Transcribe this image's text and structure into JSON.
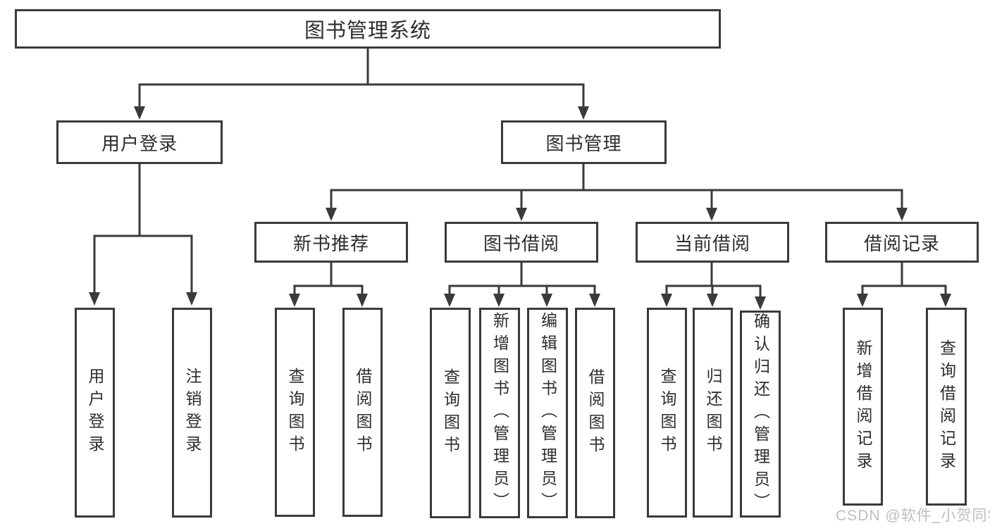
{
  "tree": {
    "label": "图书管理系统",
    "children": [
      {
        "label": "用户登录",
        "children": [
          {
            "label": "用户登录"
          },
          {
            "label": "注销登录"
          }
        ]
      },
      {
        "label": "图书管理",
        "children": [
          {
            "label": "新书推荐",
            "children": [
              {
                "label": "查询图书"
              },
              {
                "label": "借阅图书"
              }
            ]
          },
          {
            "label": "图书借阅",
            "children": [
              {
                "label": "查询图书"
              },
              {
                "label": "新增图书（管理员）"
              },
              {
                "label": "编辑图书（管理员）"
              },
              {
                "label": "借阅图书"
              }
            ]
          },
          {
            "label": "当前借阅",
            "children": [
              {
                "label": "查询图书"
              },
              {
                "label": "归还图书"
              },
              {
                "label": "确认归还（管理员）"
              }
            ]
          },
          {
            "label": "借阅记录",
            "children": [
              {
                "label": "新增借阅记录"
              },
              {
                "label": "查询借阅记录"
              }
            ]
          }
        ]
      }
    ]
  },
  "watermark": {
    "text": "CSDN @软件_小贺同学"
  },
  "colors": {
    "line": "#3a3a3a",
    "text": "#2d2d2d",
    "watermark": "#bababa"
  }
}
